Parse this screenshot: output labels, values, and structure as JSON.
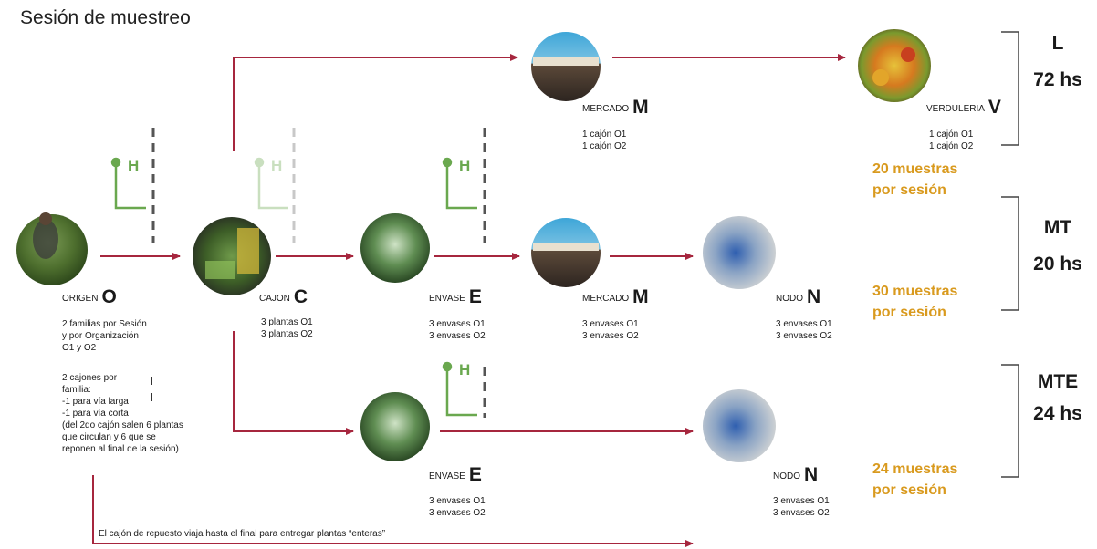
{
  "title": "Sesión de muestreo",
  "h_marker": "H",
  "colors": {
    "arrow": "#a6263e",
    "h_green": "#6aa84f",
    "h_light": "#c9dfbf",
    "dash": "#555555",
    "orange": "#d99a1e",
    "bracket": "#444444"
  },
  "nodes": {
    "origen": {
      "name": "ORIGEN",
      "letter": "O",
      "lines1": [
        "2 familias por Sesión",
        "y por Organización",
        "O1 y O2"
      ],
      "lines2": [
        "2 cajones por",
        "familia:",
        "-1 para vía larga",
        "-1 para vía corta",
        "(del 2do cajón salen 6 plantas",
        "que circulan y 6 que se",
        "reponen al final de la sesión)"
      ]
    },
    "cajon": {
      "name": "CAJON",
      "letter": "C",
      "lines": [
        "3 plantas O1",
        "3 plantas O2"
      ]
    },
    "envase_mid": {
      "name": "ENVASE",
      "letter": "E",
      "lines": [
        "3 envases O1",
        "3 envases O2"
      ]
    },
    "envase_bot": {
      "name": "ENVASE",
      "letter": "E",
      "lines": [
        "3 envases O1",
        "3 envases O2"
      ]
    },
    "mercado_top": {
      "name": "MERCADO",
      "letter": "M",
      "lines": [
        "1 cajón O1",
        "1 cajón O2"
      ]
    },
    "mercado_mid": {
      "name": "MERCADO",
      "letter": "M",
      "lines": [
        "3 envases O1",
        "3 envases O2"
      ]
    },
    "nodo_mid": {
      "name": "NODO",
      "letter": "N",
      "lines": [
        "3 envases O1",
        "3 envases O2"
      ]
    },
    "nodo_bot": {
      "name": "NODO",
      "letter": "N",
      "lines": [
        "3 envases O1",
        "3 envases O2"
      ]
    },
    "verduleria": {
      "name": "VERDULERIA",
      "letter": "V",
      "lines": [
        "1 cajón O1",
        "1 cajón O2"
      ]
    }
  },
  "samples": {
    "l": [
      "20 muestras",
      "por sesión"
    ],
    "mt": [
      "30 muestras",
      "por sesión"
    ],
    "mte": [
      "24 muestras",
      "por sesión"
    ]
  },
  "routes": {
    "l": {
      "code": "L",
      "time": "72 hs"
    },
    "mt": {
      "code": "MT",
      "time": "20 hs"
    },
    "mte": {
      "code": "MTE",
      "time": "24 hs"
    }
  },
  "bottom_note": "El cajón de repuesto viaja hasta el final para entregar plantas “enteras”"
}
